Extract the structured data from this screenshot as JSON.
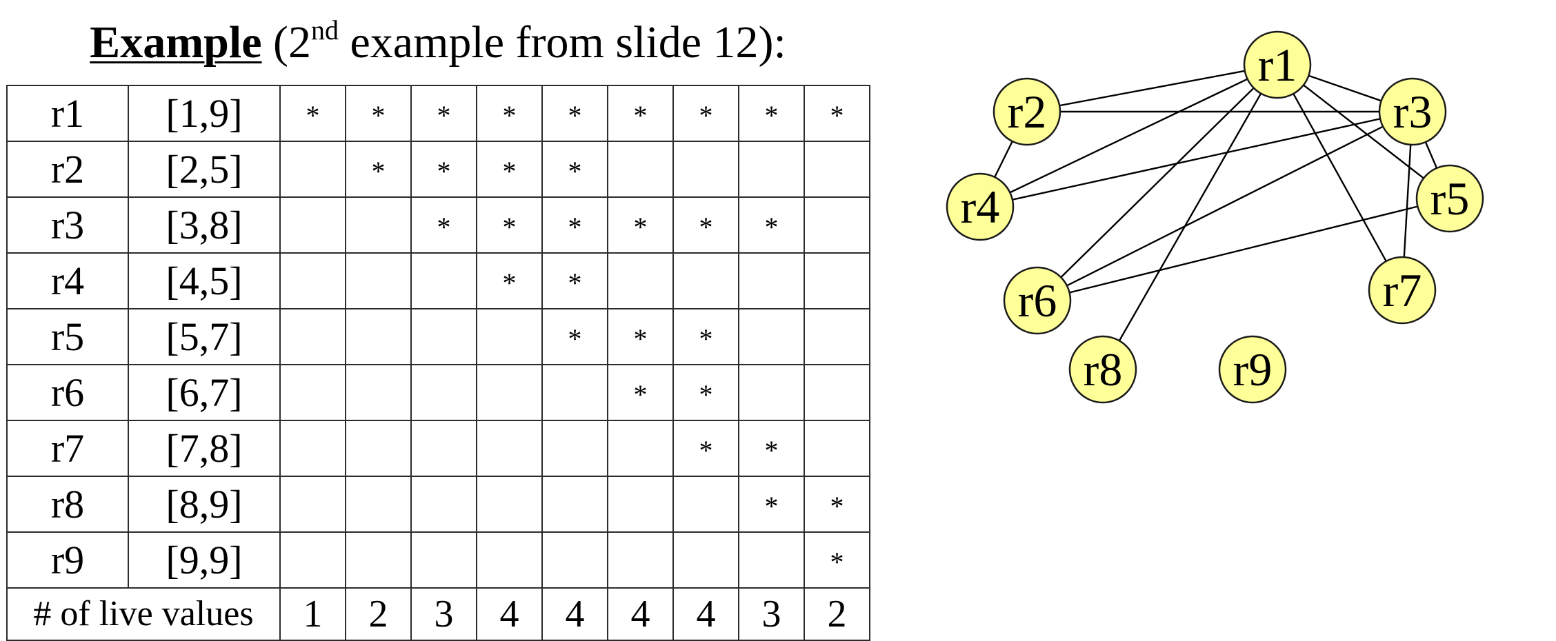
{
  "title": {
    "bold": "Example",
    "pre": " (2",
    "sup": "nd",
    "post": " example from slide 12):"
  },
  "table": {
    "rows": [
      {
        "name": "r1",
        "range": "[1,9]",
        "marks": [
          "*",
          "*",
          "*",
          "*",
          "*",
          "*",
          "*",
          "*",
          "*"
        ]
      },
      {
        "name": "r2",
        "range": "[2,5]",
        "marks": [
          "",
          "*",
          "*",
          "*",
          "*",
          "",
          "",
          "",
          ""
        ]
      },
      {
        "name": "r3",
        "range": "[3,8]",
        "marks": [
          "",
          "",
          "*",
          "*",
          "*",
          "*",
          "*",
          "*",
          ""
        ]
      },
      {
        "name": "r4",
        "range": "[4,5]",
        "marks": [
          "",
          "",
          "",
          "*",
          "*",
          "",
          "",
          "",
          ""
        ]
      },
      {
        "name": "r5",
        "range": "[5,7]",
        "marks": [
          "",
          "",
          "",
          "",
          "*",
          "*",
          "*",
          "",
          ""
        ]
      },
      {
        "name": "r6",
        "range": "[6,7]",
        "marks": [
          "",
          "",
          "",
          "",
          "",
          "*",
          "*",
          "",
          ""
        ]
      },
      {
        "name": "r7",
        "range": "[7,8]",
        "marks": [
          "",
          "",
          "",
          "",
          "",
          "",
          "*",
          "*",
          ""
        ]
      },
      {
        "name": "r8",
        "range": "[8,9]",
        "marks": [
          "",
          "",
          "",
          "",
          "",
          "",
          "",
          "*",
          "*"
        ]
      },
      {
        "name": "r9",
        "range": "[9,9]",
        "marks": [
          "",
          "",
          "",
          "",
          "",
          "",
          "",
          "",
          "*"
        ]
      }
    ],
    "footer_label": "# of live values",
    "counts": [
      "1",
      "2",
      "3",
      "4",
      "4",
      "4",
      "4",
      "3",
      "2"
    ]
  },
  "graph": {
    "node_fill": "#ffff99",
    "nodes": [
      {
        "id": "r1",
        "label": "r1"
      },
      {
        "id": "r2",
        "label": "r2"
      },
      {
        "id": "r3",
        "label": "r3"
      },
      {
        "id": "r4",
        "label": "r4"
      },
      {
        "id": "r5",
        "label": "r5"
      },
      {
        "id": "r6",
        "label": "r6"
      },
      {
        "id": "r7",
        "label": "r7"
      },
      {
        "id": "r8",
        "label": "r8"
      },
      {
        "id": "r9",
        "label": "r9"
      }
    ],
    "edges": [
      [
        "r1",
        "r2"
      ],
      [
        "r1",
        "r3"
      ],
      [
        "r1",
        "r4"
      ],
      [
        "r1",
        "r5"
      ],
      [
        "r1",
        "r6"
      ],
      [
        "r1",
        "r7"
      ],
      [
        "r1",
        "r8"
      ],
      [
        "r2",
        "r3"
      ],
      [
        "r2",
        "r4"
      ],
      [
        "r3",
        "r4"
      ],
      [
        "r3",
        "r5"
      ],
      [
        "r3",
        "r6"
      ],
      [
        "r3",
        "r7"
      ],
      [
        "r5",
        "r6"
      ]
    ]
  }
}
